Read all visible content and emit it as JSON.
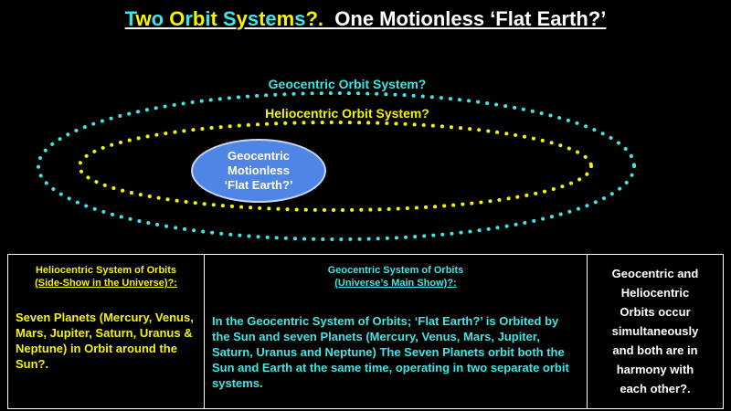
{
  "title": {
    "letters": [
      {
        "ch": "T",
        "color": "#3fe6e6"
      },
      {
        "ch": "w",
        "color": "#f5f500"
      },
      {
        "ch": "o",
        "color": "#3fe6e6"
      },
      {
        "ch": " ",
        "color": "#3fe6e6"
      },
      {
        "ch": "O",
        "color": "#f5f500"
      },
      {
        "ch": "r",
        "color": "#3fe6e6"
      },
      {
        "ch": "b",
        "color": "#f5f500"
      },
      {
        "ch": "i",
        "color": "#3fe6e6"
      },
      {
        "ch": "t",
        "color": "#f5f500"
      },
      {
        "ch": " ",
        "color": "#3fe6e6"
      },
      {
        "ch": "S",
        "color": "#3fe6e6"
      },
      {
        "ch": "y",
        "color": "#f5f500"
      },
      {
        "ch": "s",
        "color": "#3fe6e6"
      },
      {
        "ch": "t",
        "color": "#f5f500"
      },
      {
        "ch": "e",
        "color": "#3fe6e6"
      },
      {
        "ch": "m",
        "color": "#f5f500"
      },
      {
        "ch": "s",
        "color": "#3fe6e6"
      },
      {
        "ch": "?.",
        "color": "#f5f500"
      }
    ],
    "rest": "One Motionless ‘Flat Earth?’"
  },
  "orbits": {
    "geocentric_label": "Geocentric Orbit System?",
    "heliocentric_label": "Heliocentric Orbit System?",
    "geocentric_color": "#3fe6e6",
    "heliocentric_color": "#f5f500"
  },
  "earth": {
    "line1": "Geocentric",
    "line2": "Motionless",
    "line3": "‘Flat Earth?’"
  },
  "table": {
    "col1": {
      "heading": "Heliocentric System of Orbits",
      "subheading": "(Side-Show in the Universe)?:",
      "body": "Seven Planets (Mercury, Venus, Mars, Jupiter, Saturn, Uranus & Neptune) in Orbit around the Sun?."
    },
    "col2": {
      "heading": "Geocentric System of Orbits",
      "subheading": "(Universe’s Main Show)?:",
      "body": "In the Geocentric System of Orbits;  ‘Flat Earth?’ is Orbited by the Sun and seven Planets (Mercury, Venus, Mars, Jupiter, Saturn, Uranus and Neptune) The Seven Planets orbit both the Sun and Earth at the same time, operating in two separate orbit systems."
    },
    "col3": {
      "body": "Geocentric and Heliocentric Orbits occur simultaneously and both are  in harmony with each other?."
    }
  }
}
